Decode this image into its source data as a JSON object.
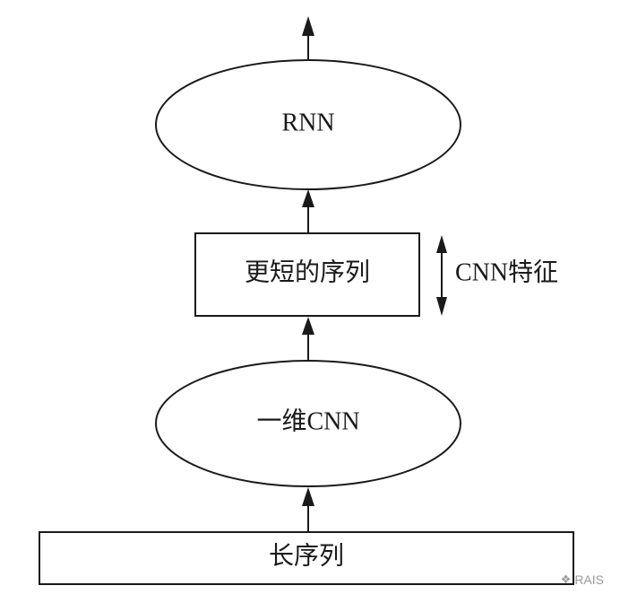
{
  "diagram": {
    "nodes": {
      "rnn": "RNN",
      "shorter_sequence": "更短的序列",
      "cnn_1d": "一维CNN",
      "long_sequence": "长序列"
    },
    "side_label": "CNN特征"
  },
  "watermark": {
    "text": "RAIS",
    "icon": "wechat-icon"
  }
}
